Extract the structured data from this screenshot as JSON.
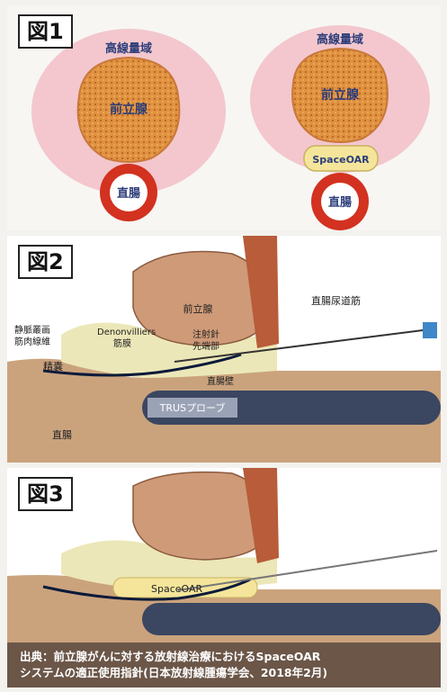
{
  "fig1": {
    "label": "図1",
    "left": {
      "high_dose": "高線量域",
      "prostate": "前立腺",
      "rectum": "直腸"
    },
    "right": {
      "high_dose": "高線量域",
      "prostate": "前立腺",
      "spacer": "SpaceOAR",
      "rectum": "直腸"
    }
  },
  "fig2": {
    "label": "図2",
    "prostate": "前立腺",
    "rectourethral": "直腸尿道筋",
    "venous_line1": "静脈叢画",
    "venous_line2": "筋肉線維",
    "denon_line1": "Denonvilliers",
    "denon_line2": "筋膜",
    "needle_line1": "注射針",
    "needle_line2": "先端部",
    "perineum": "精嚢",
    "rectal_wall": "直腸壁",
    "probe": "TRUSプローブ",
    "rectum": "直腸"
  },
  "fig3": {
    "label": "図3",
    "spacer": "SpaceOAR"
  },
  "caption": {
    "line1": "出典：前立腺がんに対する放射線治療におけるSpaceOAR",
    "line2": "システムの適正使用指針(日本放射線腫瘍学会、2018年2月)"
  }
}
